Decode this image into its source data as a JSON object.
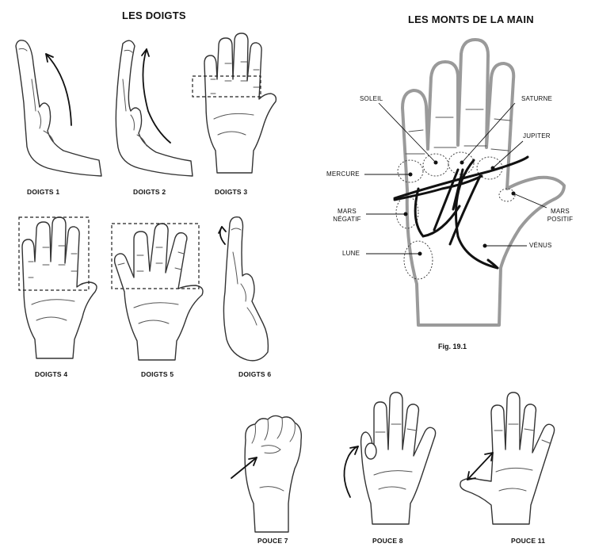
{
  "headings": {
    "fingers": "LES DOIGTS",
    "mounts": "LES MONTS DE LA MAIN"
  },
  "finger_figures": [
    "DOIGTS 1",
    "DOIGTS 2",
    "DOIGTS 3",
    "DOIGTS 4",
    "DOIGTS 5",
    "DOIGTS 6"
  ],
  "thumb_figures": [
    "POUCE 7",
    "POUCE 8",
    "POUCE 11"
  ],
  "mount_labels": {
    "soleil": "SOLEIL",
    "saturne": "SATURNE",
    "jupiter": "JUPITER",
    "mercure": "MERCURE",
    "mars_negatif_1": "MARS",
    "mars_negatif_2": "NÉGATIF",
    "mars_positif_1": "MARS",
    "mars_positif_2": "POSITIF",
    "lune": "LUNE",
    "venus": "VÉNUS"
  },
  "figure_caption": "Fig. 19.1",
  "icons": [
    "hand-side-view-icon",
    "open-hand-icon",
    "closed-fist-icon",
    "curved-arrow-icon",
    "double-arrow-icon"
  ]
}
